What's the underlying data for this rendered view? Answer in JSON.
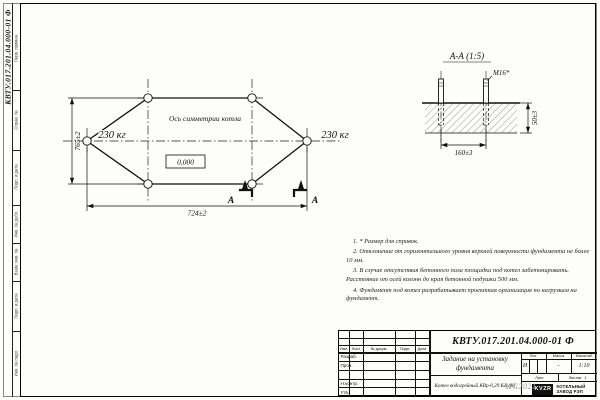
{
  "corner_code": "КВТУ.017.201.04.000-01 Ф",
  "margins": {
    "perv_primen": "Перв. примен.",
    "sprav_no": "Справ. №",
    "podp_data_1": "Подп. и дата",
    "inv_no_dubl": "Инв. № дубл.",
    "vzam_inv_no": "Взам. инв. №",
    "podp_data_2": "Подп. и дата",
    "inv_no_podl": "Инв. № подл."
  },
  "plan": {
    "axis_label": "Ось симметрии котла",
    "load_left": "230 кг",
    "load_right": "230 кг",
    "elevation": "0,000",
    "dim_width": "724±2",
    "dim_height": "765±2",
    "section_letter": "А"
  },
  "section": {
    "title": "А-А (1:5)",
    "bolt_label": "М16*",
    "dim_spacing": "160±3",
    "dim_offset": "50±3"
  },
  "notes": {
    "line1": "1. * Размер для справок.",
    "line2": "2. Отклонение от горизонтального уровня верхней поверхности фундамента не более 10 мм.",
    "line3": "3. В случае отсутствия бетонного пола площадки под котел забетонировать. Расстояние от осей колонн до края бетонной подушки 500 мм.",
    "line4": "4. Фундамент под котел разрабатывает проектная организация по нагрузкам на фундамент."
  },
  "title_block": {
    "doc_code": "КВТУ.017.201.04.000-01 Ф",
    "doc_title": "Задание на установку фундамента",
    "product_name": "Котел водогрейный КВр-0,29 КБ (К)",
    "col_izm": "Изм.",
    "col_list": "Лист",
    "col_doc": "№ докум.",
    "col_podp": "Подп.",
    "col_data": "Дата",
    "role_razrab": "Разраб.",
    "role_prov": "Пров.",
    "role_nkontr": "Н.контр.",
    "role_utv": "Утв.",
    "lit_header": "Лит.",
    "mass_header": "Масса",
    "scale_header": "Масштаб",
    "lit_value": "И",
    "mass_value": "-",
    "scale_value": "1:10",
    "sheet_label": "Лист",
    "sheets_label": "Листов",
    "sheets_value": "1",
    "brand": "KVZR",
    "company_line1": "КОТЕЛЬНЫЙ",
    "company_line2": "ЗАВОД РЭП"
  },
  "watermark": "MG2021"
}
